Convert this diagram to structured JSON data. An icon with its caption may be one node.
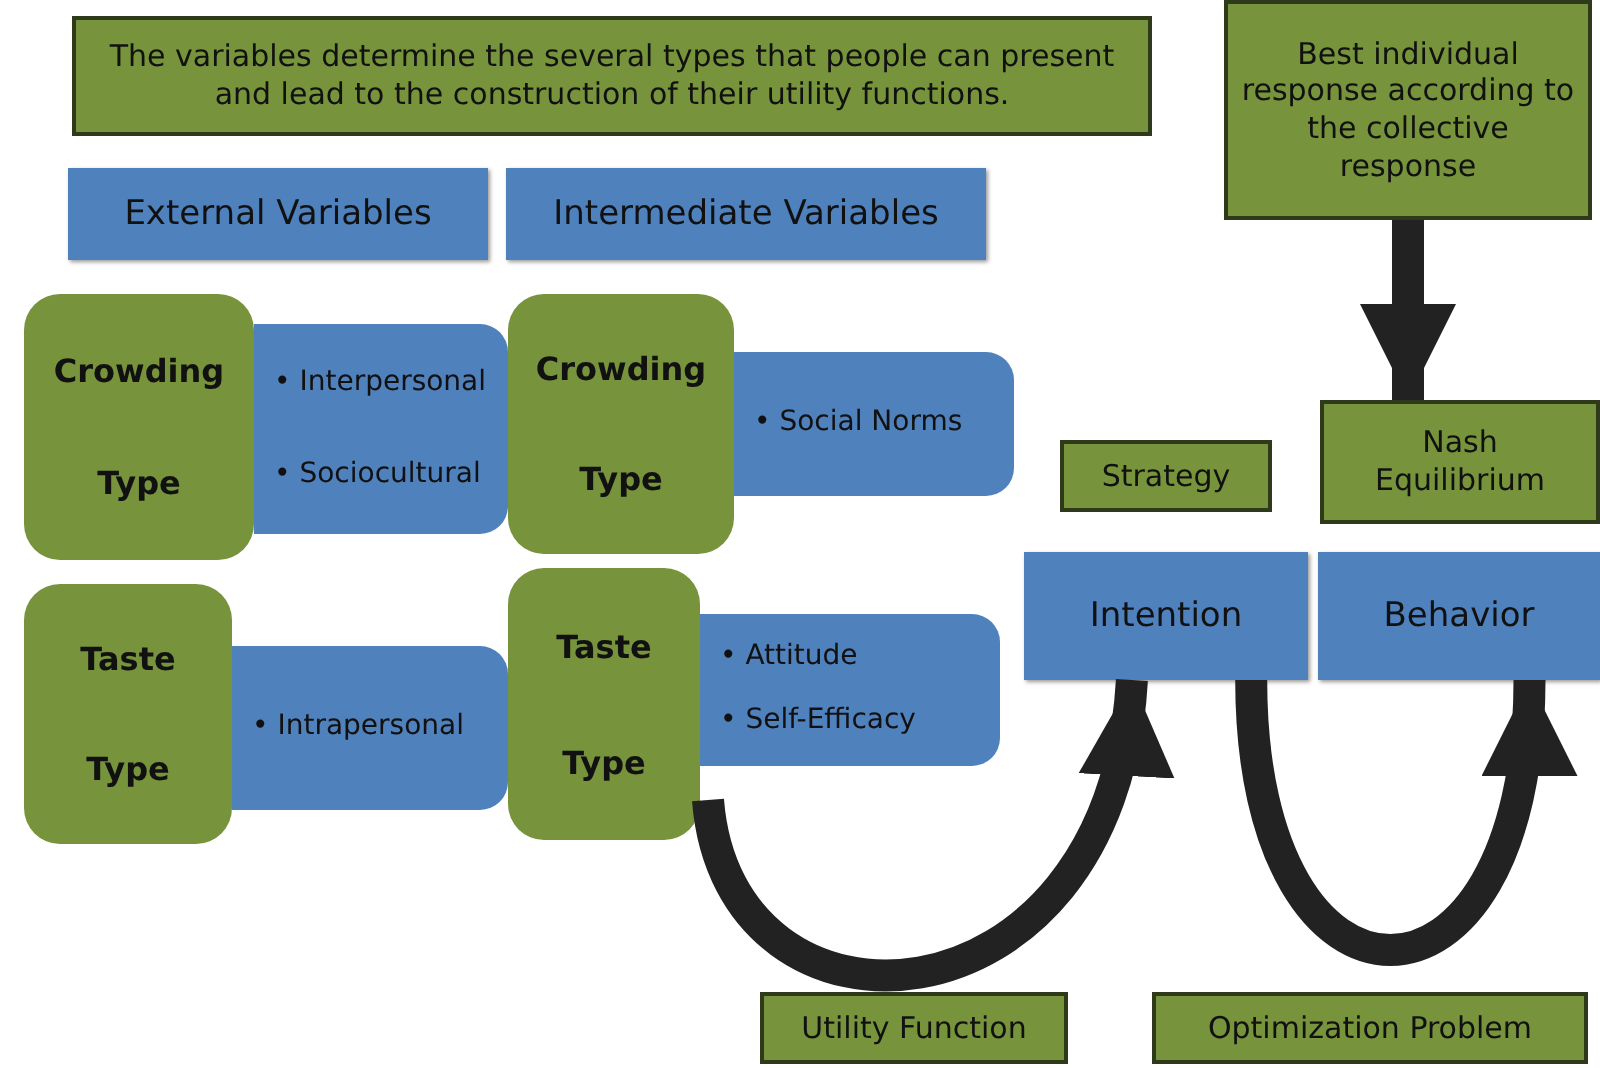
{
  "diagram": {
    "nodes": [
      {
        "text": [
          "The variables determine the several types that people can present and lead to the construction of their utility functions."
        ]
      },
      {
        "text": [
          "External Variables"
        ]
      },
      {
        "text": [
          "Intermediate Variables"
        ]
      },
      {
        "text": [
          "Best individual response according to the collective response"
        ]
      },
      {
        "text": [
          "Crowding",
          "Type"
        ]
      },
      {
        "text": [
          "• Interpersonal",
          "• Sociocultural"
        ]
      },
      {
        "text": [
          "Crowding",
          "Type"
        ]
      },
      {
        "text": [
          "• Social Norms"
        ]
      },
      {
        "text": [
          "Strategy"
        ]
      },
      {
        "text": [
          "Nash Equilibrium"
        ]
      },
      {
        "text": [
          "Taste",
          "Type"
        ]
      },
      {
        "text": [
          "• Intrapersonal"
        ]
      },
      {
        "text": [
          "Taste",
          "Type"
        ]
      },
      {
        "text": [
          "• Attitude",
          "• Self-Efficacy"
        ]
      },
      {
        "text": [
          "Intention"
        ]
      },
      {
        "text": [
          "Behavior"
        ]
      },
      {
        "text": [
          "Utility Function"
        ]
      },
      {
        "text": [
          "Optimization Problem"
        ]
      }
    ],
    "edges": [
      {
        "from": 3,
        "to": 9,
        "arrow": "to"
      },
      {
        "from": 12,
        "to": 14,
        "arrow": "to"
      },
      {
        "from": 14,
        "to": 15,
        "arrow": "to"
      }
    ]
  }
}
